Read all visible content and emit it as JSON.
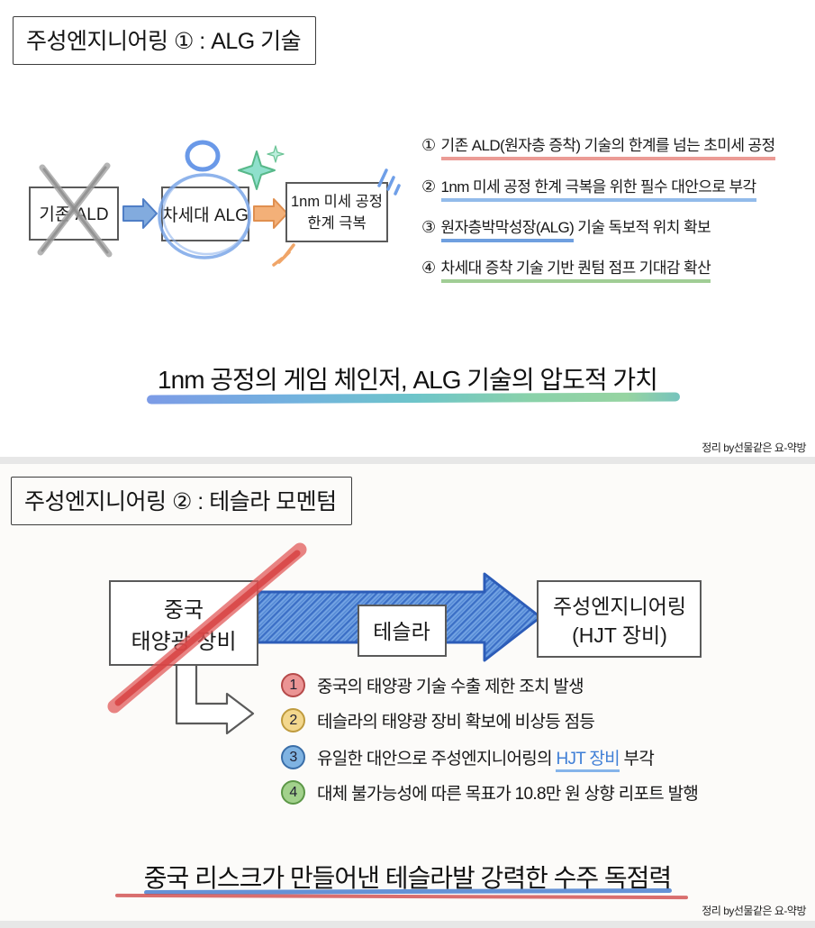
{
  "colors": {
    "underline_red": "#eb9b95",
    "underline_blue": "#92bbea",
    "underline_blue_strong": "#6f9fdf",
    "underline_green": "#a0cd95",
    "headline1_gradient": [
      "#5b82e0",
      "#49b6bd",
      "#7cc98a"
    ],
    "headline2_underline_blue": "#4a7fd0",
    "headline2_underline_red": "#cf4b4b",
    "badge1_fill": "#eb9494",
    "badge2_fill": "#f3d78d",
    "badge3_fill": "#7fb3e2",
    "badge4_fill": "#a2d18c",
    "hjt_text_blue": "#3f7fd6",
    "small_arrow_blue": "#82abde",
    "small_arrow_orange": "#f3b078",
    "big_arrow_blue": "#5b8fd6",
    "slash_red": "#dd5454",
    "x_mark_gray": "#9e9e9e"
  },
  "panel1": {
    "title": "주성엔지니어링 ① : ALG 기술",
    "diagram": {
      "box_old": "기존 ALD",
      "box_new": "차세대 ALG",
      "box_result_line1": "1nm 미세 공정",
      "box_result_line2": "한계 극복"
    },
    "points": [
      {
        "marker": "①",
        "text": "기존 ALD(원자층 증착) 기술의 한계를 넘는 초미세 공정"
      },
      {
        "marker": "②",
        "text": "1nm 미세 공정 한계 극복을 위한 필수 대안으로 부각"
      },
      {
        "marker": "③",
        "underlined": "원자층박막성장(ALG)",
        "rest": " 기술 독보적 위치 확보"
      },
      {
        "marker": "④",
        "text": "차세대 증착 기술 기반 퀀텀 점프 기대감 확산"
      }
    ],
    "headline": "1nm 공정의 게임 체인저, ALG 기술의 압도적 가치",
    "credit": "정리 by선물같은 요-약방"
  },
  "panel2": {
    "title": "주성엔지니어링 ② : 테슬라 모멘텀",
    "diagram": {
      "box_china_line1": "중국",
      "box_china_line2": "태양광 장비",
      "box_tesla": "테슬라",
      "box_jusung_line1": "주성엔지니어링",
      "box_jusung_line2": "(HJT 장비)"
    },
    "points": [
      {
        "marker": "1",
        "text": "중국의 태양광 기술 수출 제한 조치 발생"
      },
      {
        "marker": "2",
        "text": "테슬라의 태양광 장비 확보에 비상등 점등"
      },
      {
        "marker": "3",
        "pre": "유일한 대안으로 주성엔지니어링의 ",
        "highlight": "HJT 장비",
        "post": " 부각"
      },
      {
        "marker": "4",
        "text": "대체 불가능성에 따른 목표가 10.8만 원 상향 리포트 발행"
      }
    ],
    "headline": "중국 리스크가 만들어낸 테슬라발 강력한 수주 독점력",
    "credit": "정리 by선물같은 요-약방"
  }
}
